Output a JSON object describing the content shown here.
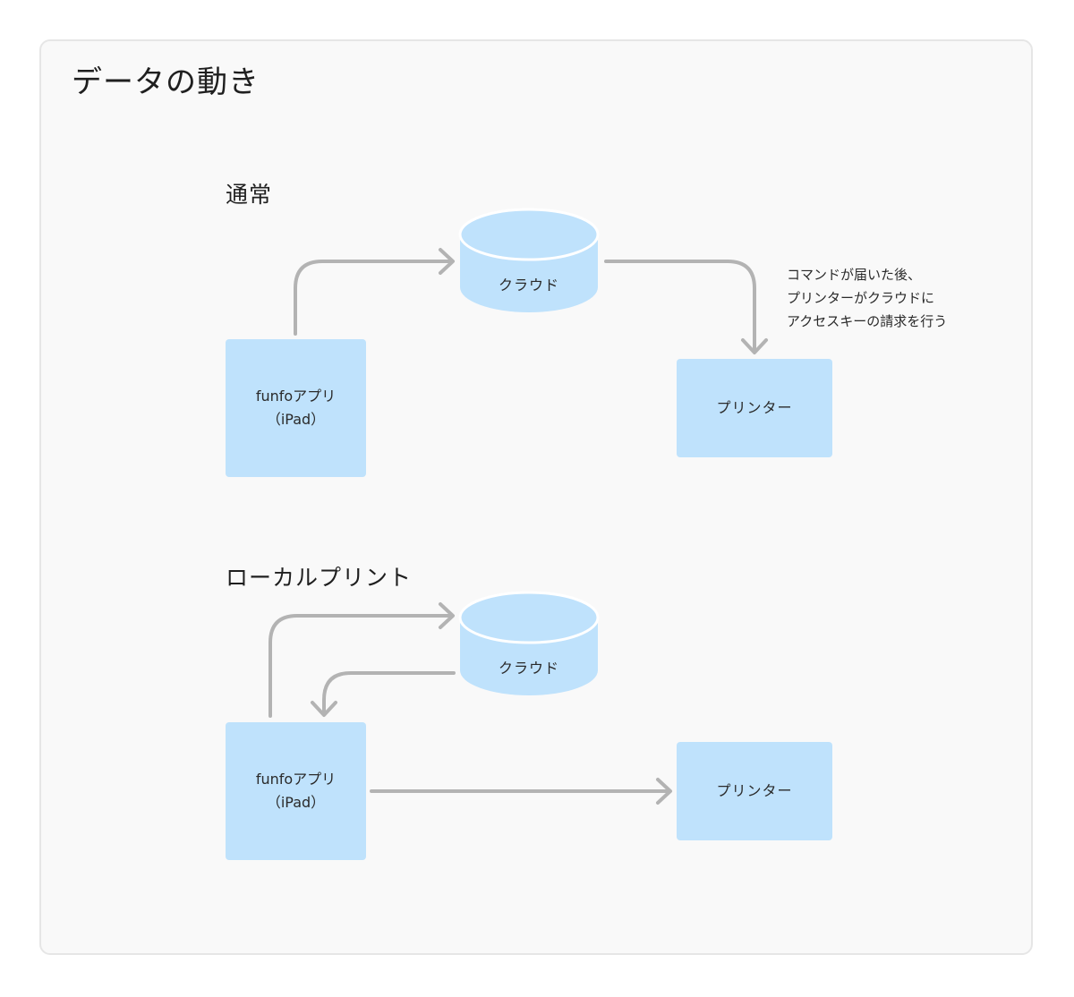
{
  "title": "データの動き",
  "sections": {
    "normal": {
      "heading": "通常",
      "app_line1": "funfoアプリ",
      "app_line2": "（iPad）",
      "cloud": "クラウド",
      "printer": "プリンター",
      "note_lines": [
        "コマンドが届いた後、",
        "プリンターがクラウドに",
        "アクセスキーの請求を行う"
      ]
    },
    "local": {
      "heading": "ローカルプリント",
      "app_line1": "funfoアプリ",
      "app_line2": "（iPad）",
      "cloud": "クラウド",
      "printer": "プリンター"
    }
  },
  "colors": {
    "node_fill": "#bfe2fc",
    "arrow": "#b3b3b3",
    "frame_bg": "#f9f9f9",
    "frame_border": "#e6e6e6"
  }
}
